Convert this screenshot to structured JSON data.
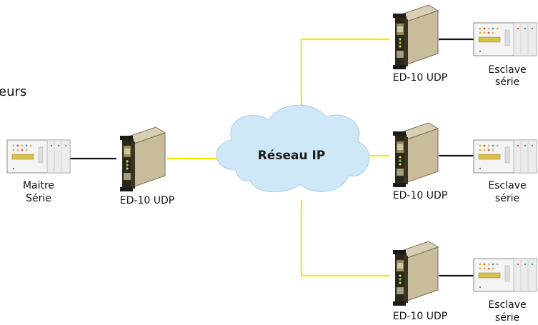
{
  "cut_text": "eurs",
  "cloud": {
    "label": "Réseau IP",
    "color": "#cfe8f7"
  },
  "colors": {
    "ip_link": "#f3ea00",
    "serial_link": "#111111"
  },
  "master": {
    "label_line1": "Maitre",
    "label_line2": "Série"
  },
  "gateways": [
    {
      "label": "ED-10 UDP"
    },
    {
      "label": "ED-10 UDP"
    },
    {
      "label": "ED-10 UDP"
    },
    {
      "label": "ED-10 UDP"
    }
  ],
  "slaves": [
    {
      "label_line1": "Esclave",
      "label_line2": "série"
    },
    {
      "label_line1": "Esclave",
      "label_line2": "série"
    },
    {
      "label_line1": "Esclave",
      "label_line2": "série"
    }
  ]
}
